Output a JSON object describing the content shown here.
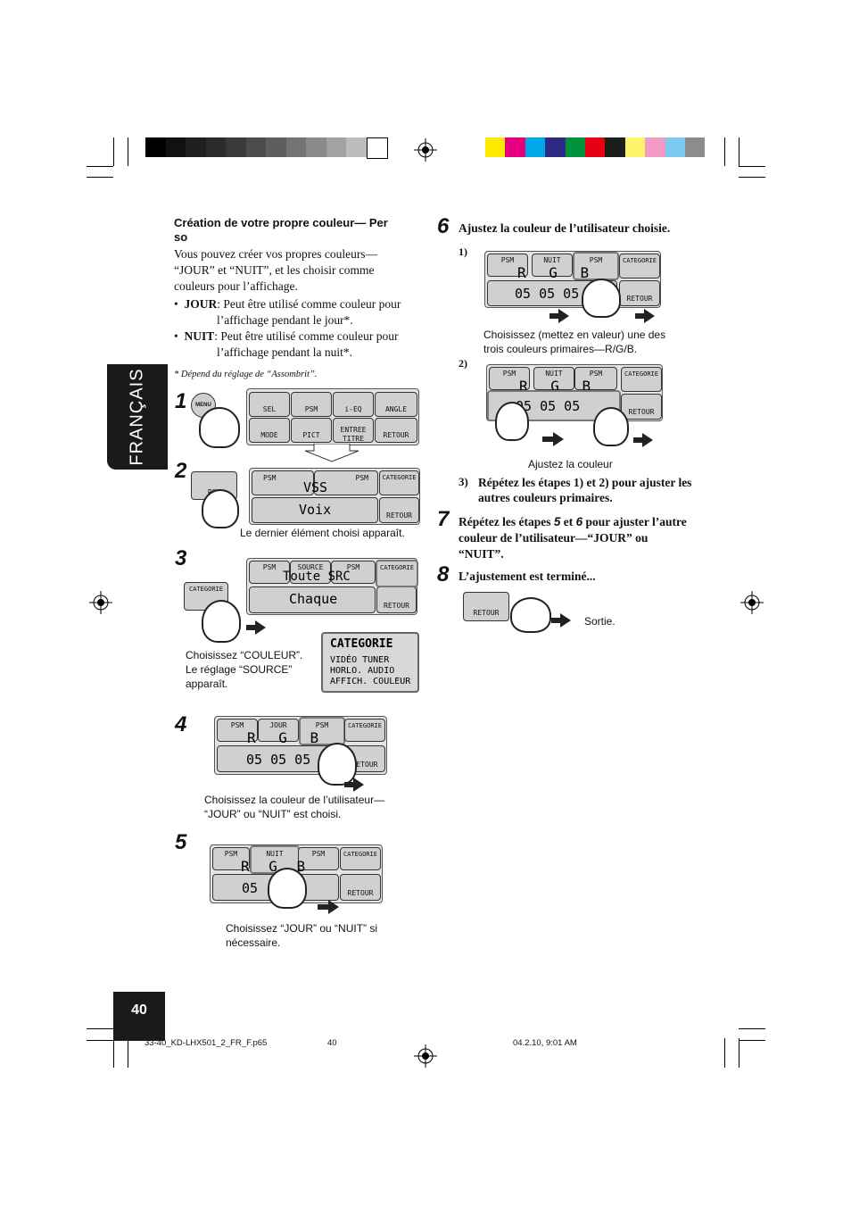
{
  "colors": {
    "gray_bars": [
      "#000000",
      "#111111",
      "#1f1f1f",
      "#2c2c2c",
      "#3a3a3a",
      "#4c4c4c",
      "#5e5e5e",
      "#737373",
      "#8a8a8a",
      "#a2a2a2",
      "#bcbcbc",
      "#ffffff"
    ],
    "color_bars": [
      "#ffe900",
      "#e5007e",
      "#00a8e8",
      "#2c2a82",
      "#00933c",
      "#e60012",
      "#1d1d1b",
      "#fff36b",
      "#f29ac5",
      "#7ec9ef",
      "#8c8c8c"
    ],
    "side_tab_bg": "#1a1a1a"
  },
  "side_tab": {
    "label": "FRANÇAIS"
  },
  "intro": {
    "heading": "Création de votre propre couleur— Per so",
    "para": "Vous pouvez créer vos propres couleurs— “JOUR” et “NUIT”, et les choisir comme couleurs pour l’affichage.",
    "bullets": [
      {
        "term": "JOUR",
        "text": ": Peut être utilisé comme couleur pour l’affichage pendant le jour*."
      },
      {
        "term": "NUIT",
        "text": ": Peut être utilisé comme couleur pour l’affichage pendant la nuit*."
      }
    ],
    "note": "* Dépend du réglage de “Assombrit”."
  },
  "steps": {
    "s1": {
      "num": "1",
      "menu": "MENU",
      "buttons": [
        "SEL",
        "PSM",
        "i-EQ",
        "ANGLE",
        "MODE",
        "PICT",
        "ENTREE TITRE",
        "RETOUR"
      ]
    },
    "s2": {
      "num": "2",
      "psm": "PSM",
      "psm2": "PSM",
      "categorie": "CATEGORIE",
      "display1": "VSS",
      "display2": "Voix",
      "retour": "RETOUR",
      "caption": "Le dernier élément choisi apparaît."
    },
    "s3": {
      "num": "3",
      "psm": "PSM",
      "source": "SOURCE",
      "psm2": "PSM",
      "display1": "Toute SRC",
      "display2": "Chaque",
      "retour": "RETOUR",
      "categorie": "CATEGORIE",
      "cat_lines": [
        "VIDÉO TUNER",
        "HORLO. AUDIO",
        "AFFICH. COULEUR"
      ],
      "caption": "Choisissez “COULEUR”. Le réglage “SOURCE” apparaît."
    },
    "s4": {
      "num": "4",
      "psm": "PSM",
      "mode": "JOUR",
      "psm2": "PSM",
      "rgb": "R G B",
      "vals": "05 05 05",
      "retour": "RETOUR",
      "categorie": "CATEGORIE",
      "caption": "Choisissez la couleur de l’utilisateur— “JOUR” ou “NUIT” est choisi."
    },
    "s5": {
      "num": "5",
      "psm": "PSM",
      "mode": "NUIT",
      "psm2": "PSM",
      "rgb": "R G B",
      "vals": "05",
      "retour": "RETOUR",
      "categorie": "CATEGORIE",
      "caption": "Choisissez “JOUR” ou “NUIT” si nécessaire."
    },
    "s6": {
      "num": "6",
      "title": "Ajustez la couleur de l’utilisateur choisie.",
      "sub1": "1)",
      "cap1": "Choisissez (mettez en valeur) une des trois couleurs primaires—R/G/B.",
      "sub2": "2)",
      "cap2": "Ajustez la couleur",
      "sub3": "3)",
      "text3": "Répétez les étapes 1) et 2) pour ajuster les autres couleurs primaires.",
      "psm": "PSM",
      "mode": "NUIT",
      "psm2": "PSM",
      "categorie": "CATEGORIE",
      "retour": "RETOUR",
      "rgb": "R G B",
      "vals": "05 05 05"
    },
    "s7": {
      "num": "7",
      "text_a": "Répétez les étapes ",
      "ref5": "5",
      "text_b": " et ",
      "ref6": "6",
      "text_c": " pour ajuster l’autre couleur de l’utilisateur—“JOUR” ou “NUIT”."
    },
    "s8": {
      "num": "8",
      "text": "L’ajustement est terminé...",
      "retour": "RETOUR",
      "caption": "Sortie."
    }
  },
  "page_number": "40",
  "footer": {
    "file": "33-40_KD-LHX501_2_FR_F.p65",
    "page": "40",
    "date": "04.2.10, 9:01 AM"
  }
}
